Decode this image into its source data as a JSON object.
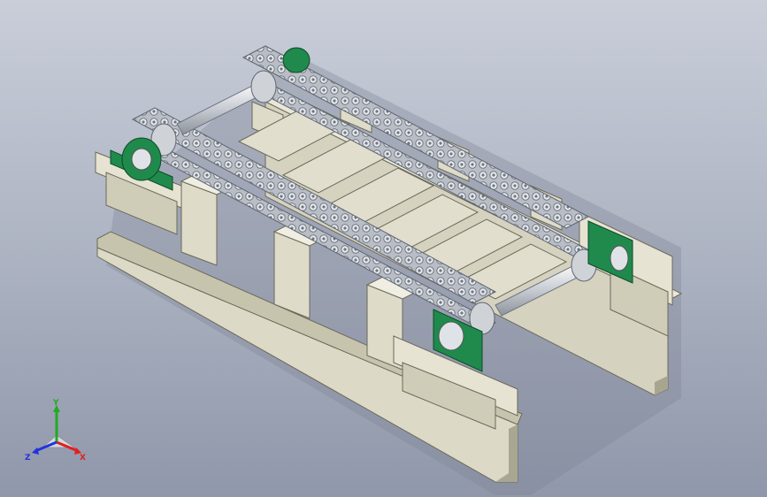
{
  "viewport": {
    "background_top": "#c9ced9",
    "background_bottom": "#8f97aa"
  },
  "model": {
    "frame_color": "#d9d6c4",
    "frame_shadow": "#a9a792",
    "chain_color": "#cfd3d8",
    "bearing_color": "#1f8a4c",
    "shaft_color": "#e6e9ee"
  },
  "triad": {
    "x_label": "X",
    "y_label": "Y",
    "z_label": "Z",
    "x_color": "#e02020",
    "y_color": "#22aa22",
    "z_color": "#2233dd"
  }
}
